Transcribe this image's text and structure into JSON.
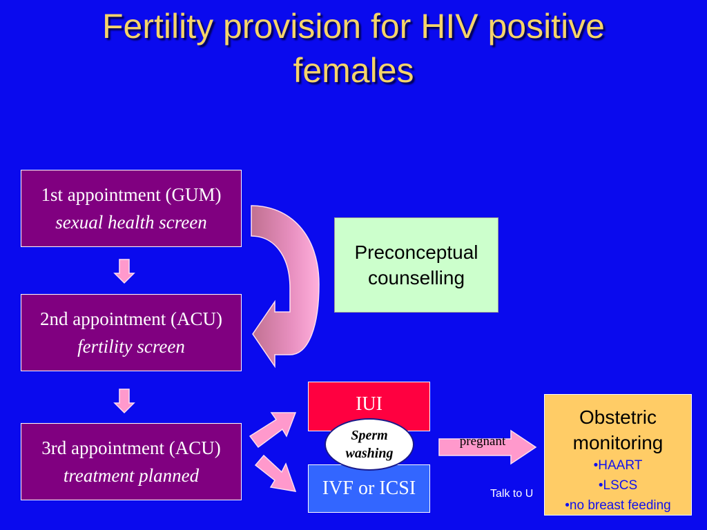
{
  "title_line1": "Fertility provision for HIV positive",
  "title_line2": "females",
  "appointments": [
    {
      "line1": "1st appointment (GUM)",
      "line2": "sexual health screen"
    },
    {
      "line1": "2nd appointment (ACU)",
      "line2": "fertility screen"
    },
    {
      "line1": "3rd appointment (ACU)",
      "line2": "treatment planned"
    }
  ],
  "preconceptual": {
    "line1": "Preconceptual",
    "line2": "counselling"
  },
  "iui": "IUI",
  "sperm_washing": {
    "line1": "Sperm",
    "line2": "washing"
  },
  "ivf": "IVF or ICSI",
  "pregnant": "pregnant",
  "obstetric": {
    "line1": "Obstetric",
    "line2": "monitoring",
    "items": [
      "•HAART",
      "•LSCS",
      "•no breast feeding"
    ]
  },
  "footer_text": "Talk to U",
  "colors": {
    "background": "#0A0AEE",
    "title": "#F5D46A",
    "appointment_box": "#800080",
    "preconceptual_box": "#CCFFCC",
    "iui_box": "#FF0040",
    "ivf_box": "#3366FF",
    "obstetric_box": "#FFCC66",
    "arrow": "#FF99CC"
  }
}
